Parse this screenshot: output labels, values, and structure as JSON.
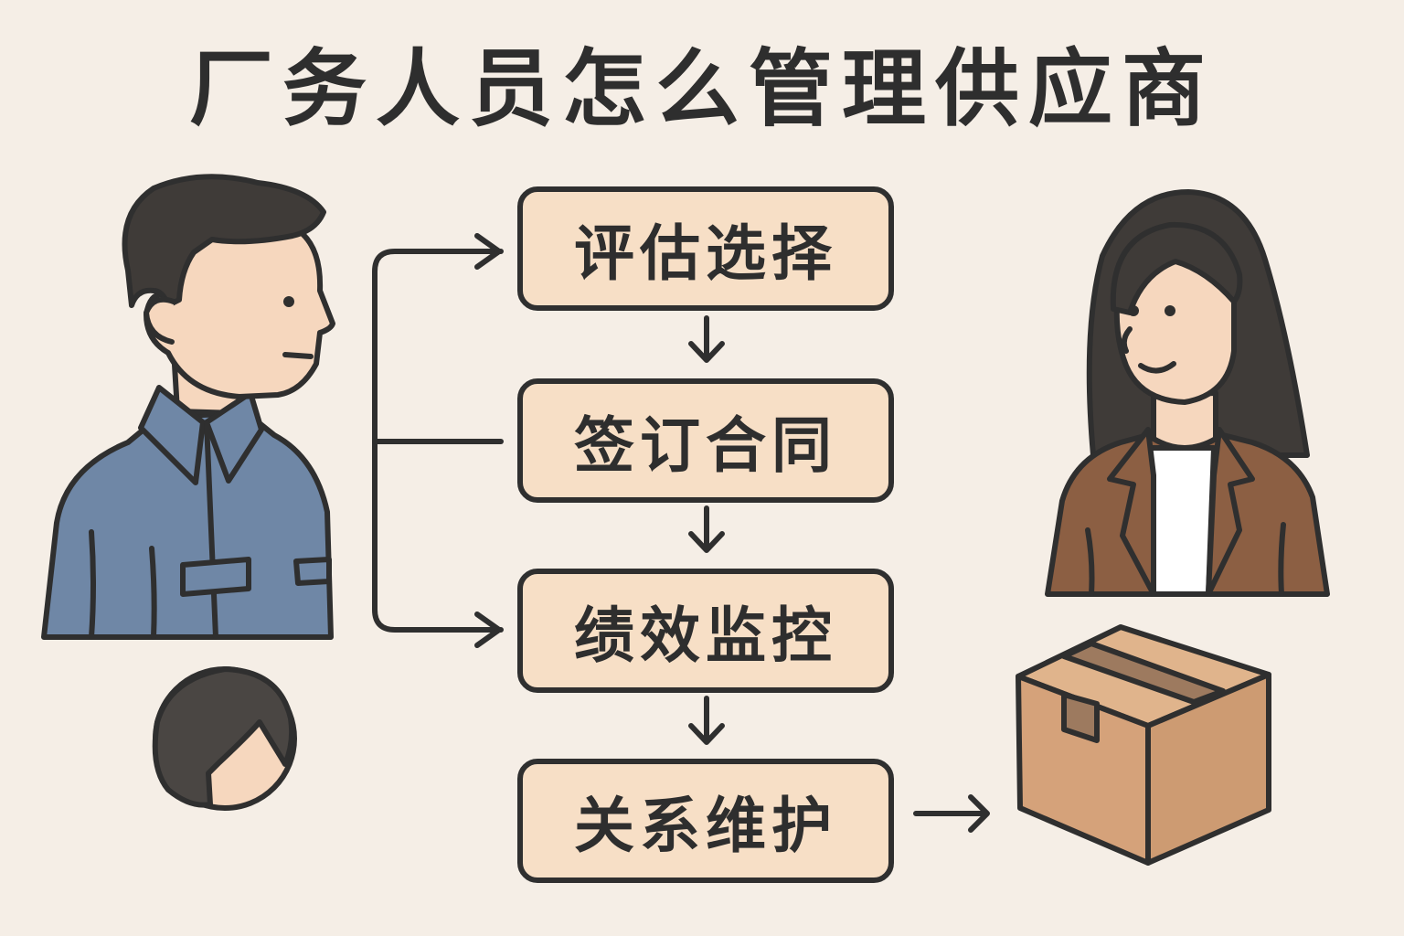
{
  "title": "厂务人员怎么管理供应商",
  "steps": [
    {
      "label": "评估选择"
    },
    {
      "label": "签订合同"
    },
    {
      "label": "绩效监控"
    },
    {
      "label": "关系维护"
    }
  ],
  "figures": {
    "left": "factory-staff-man",
    "right": "supplier-woman",
    "bottom_left": "small-person-head",
    "bottom_right": "cardboard-box"
  },
  "colors": {
    "background": "#F5EEE6",
    "box_fill": "#F7DFC6",
    "outline": "#2F2F2F",
    "man_shirt": "#6F87A6",
    "woman_jacket": "#8C5F43",
    "box": "#D5A27A",
    "skin": "#F6D7BE",
    "hair": "#3F3B38"
  }
}
